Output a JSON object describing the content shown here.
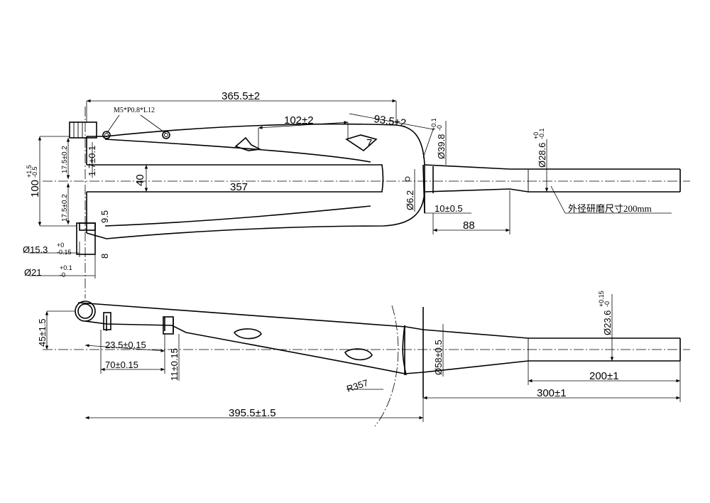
{
  "top_view": {
    "length": "365.5±2",
    "thread_note": "M5*P0.8*L12",
    "boss_spacing": "102±2",
    "mount_offset": "93.5±2",
    "inner_length": "357",
    "width_total": "100",
    "width_total_tol_plus": "+1.5",
    "width_total_tol_minus": "-0.5",
    "half_top": "17.5±0.2",
    "half_bottom": "17.5±0.2",
    "inner_gap": "1.7±0.1",
    "gap_40": "40",
    "dropout_9_5": "9.5",
    "dropout_8": "8",
    "axle_dia_a": "Ø15.3",
    "axle_dia_a_tol_plus": "+0",
    "axle_dia_a_tol_minus": "-0.15",
    "axle_dia_b": "Ø21",
    "axle_dia_b_tol_plus": "+0.1",
    "axle_dia_b_tol_minus": "-0",
    "hole_dia": "Ø6.2",
    "crown_dia": "Ø39.8",
    "crown_dia_tol_plus": "+0.1",
    "crown_dia_tol_minus": "-0",
    "steerer_dia": "Ø28.6",
    "steerer_dia_tol_plus": "+0",
    "steerer_dia_tol_minus": "-0.1",
    "crown_height": "10±0.5",
    "taper_length": "88",
    "grind_note": "外径研磨尺寸200mm"
  },
  "side_view": {
    "offset": "45±1.5",
    "tab_a": "23.5±0.15",
    "tab_b": "70±0.15",
    "tab_h": "11±0.15",
    "radius": "R357",
    "axle_to_crown": "395.5±1.5",
    "crown_dia": "Ø58±0.5",
    "steerer_dia": "Ø23.6",
    "steerer_dia_tol_plus": "+0.15",
    "steerer_dia_tol_minus": "-0",
    "steerer_ground": "200±1",
    "steerer_length": "300±1"
  }
}
